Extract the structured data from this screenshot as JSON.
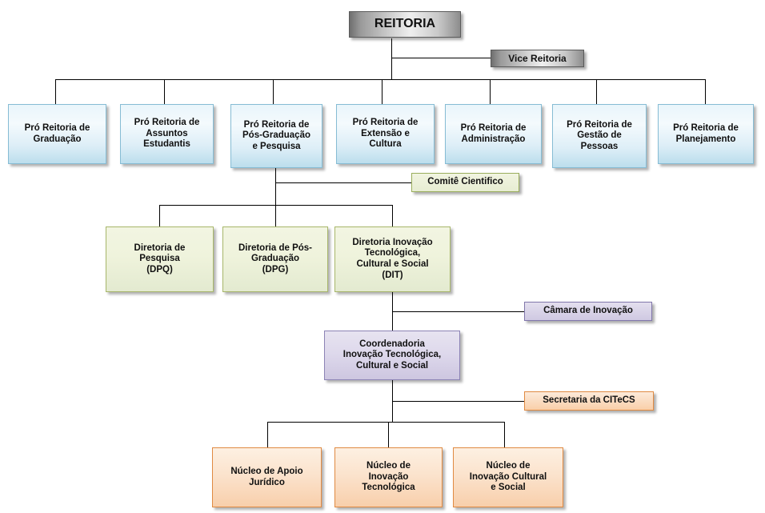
{
  "diagram": {
    "title_node": {
      "label": "REITORIA"
    },
    "vice": {
      "label": "Vice Reitoria"
    },
    "pro_reitorias": [
      {
        "label": "Pró Reitoria de\nGraduação"
      },
      {
        "label": "Pró Reitoria de\nAssuntos\nEstudantis"
      },
      {
        "label": "Pró Reitoria de\nPós-Graduação\ne Pesquisa"
      },
      {
        "label": "Pró Reitoria de\nExtensão e\nCultura"
      },
      {
        "label": "Pró Reitoria de\nAdministração"
      },
      {
        "label": "Pró Reitoria de\nGestão de\nPessoas"
      },
      {
        "label": "Pró Reitoria de\nPlanejamento"
      }
    ],
    "comite": {
      "label": "Comitê Cientifico"
    },
    "diretorias": [
      {
        "label": "Diretoria de\nPesquisa\n(DPQ)"
      },
      {
        "label": "Diretoria de Pós-\nGraduação\n(DPG)"
      },
      {
        "label": "Diretoria Inovação\nTecnológica,\nCultural e Social\n(DIT)"
      }
    ],
    "camara": {
      "label": "Câmara de Inovação"
    },
    "coordenadoria": {
      "label": "Coordenadoria\nInovação Tecnológica,\nCultural e Social"
    },
    "secretaria": {
      "label": "Secretaria da CITeCS"
    },
    "nucleos": [
      {
        "label": "Núcleo de Apoio\nJurídico"
      },
      {
        "label": "Núcleo de\nInovação\nTecnológica"
      },
      {
        "label": "Núcleo de\nInovação Cultural\ne Social"
      }
    ]
  },
  "colors": {
    "grey_border": "#5a5a5a",
    "blue_border": "#86bcd4",
    "blue_fill": "#e0f0f8",
    "green_border": "#a7b66a",
    "green_fill": "#eef2de",
    "purple_border": "#8c83b5",
    "purple_fill": "#ddd8eb",
    "orange_border": "#e08a42",
    "orange_fill": "#fbe3cd",
    "line": "#000000"
  }
}
